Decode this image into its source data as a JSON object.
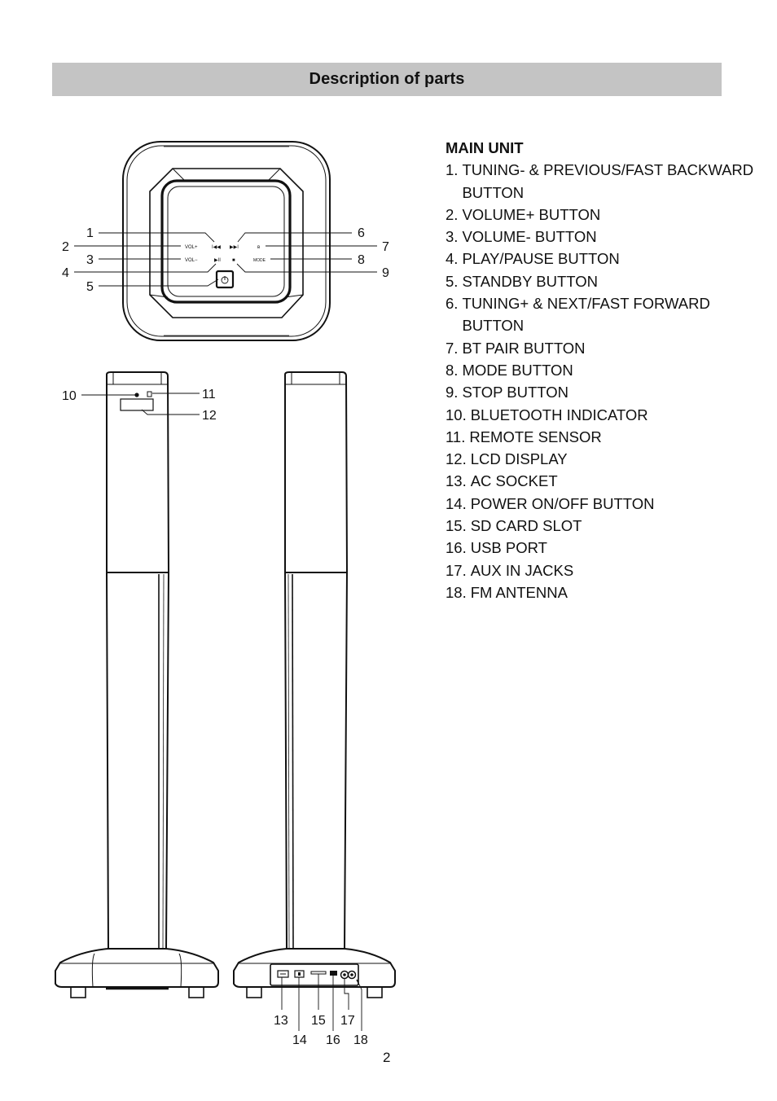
{
  "page": {
    "title": "Description of parts",
    "page_number": "2"
  },
  "parts": {
    "heading": "MAIN UNIT",
    "items": [
      {
        "num": "1.",
        "text": "TUNING- & PREVIOUS/FAST BACKWARD BUTTON"
      },
      {
        "num": "2.",
        "text": "VOLUME+ BUTTON"
      },
      {
        "num": "3.",
        "text": "VOLUME- BUTTON"
      },
      {
        "num": "4.",
        "text": "PLAY/PAUSE BUTTON"
      },
      {
        "num": "5.",
        "text": "STANDBY BUTTON"
      },
      {
        "num": "6.",
        "text": "TUNING+ & NEXT/FAST FORWARD BUTTON"
      },
      {
        "num": "7.",
        "text": "BT PAIR BUTTON"
      },
      {
        "num": "8.",
        "text": "MODE BUTTON"
      },
      {
        "num": "9.",
        "text": "STOP BUTTON"
      },
      {
        "num": "10.",
        "text": "BLUETOOTH INDICATOR"
      },
      {
        "num": "11.",
        "text": "REMOTE SENSOR"
      },
      {
        "num": "12.",
        "text": "LCD DISPLAY"
      },
      {
        "num": "13.",
        "text": "AC SOCKET"
      },
      {
        "num": "14.",
        "text": "POWER ON/OFF BUTTON"
      },
      {
        "num": "15.",
        "text": "SD CARD SLOT"
      },
      {
        "num": "16.",
        "text": "USB PORT"
      },
      {
        "num": "17.",
        "text": "AUX IN JACKS"
      },
      {
        "num": "18.",
        "text": "FM ANTENNA"
      }
    ]
  },
  "diagram": {
    "top_view": {
      "callouts": {
        "c1": "1",
        "c2": "2",
        "c3": "3",
        "c4": "4",
        "c5": "5",
        "c6": "6",
        "c7": "7",
        "c8": "8",
        "c9": "9"
      },
      "button_labels": {
        "vol_plus": "VOL+",
        "vol_minus": "VOL−",
        "prev": "I◀◀",
        "next": "▶▶I",
        "play_pause": "▶II",
        "stop": "■",
        "bt_pair": "ʙ",
        "mode": "MODE"
      }
    },
    "front_view": {
      "callouts": {
        "c10": "10",
        "c11": "11",
        "c12": "12"
      }
    },
    "rear_view": {
      "callouts": {
        "c13": "13",
        "c14": "14",
        "c15": "15",
        "c16": "16",
        "c17": "17",
        "c18": "18"
      }
    }
  }
}
